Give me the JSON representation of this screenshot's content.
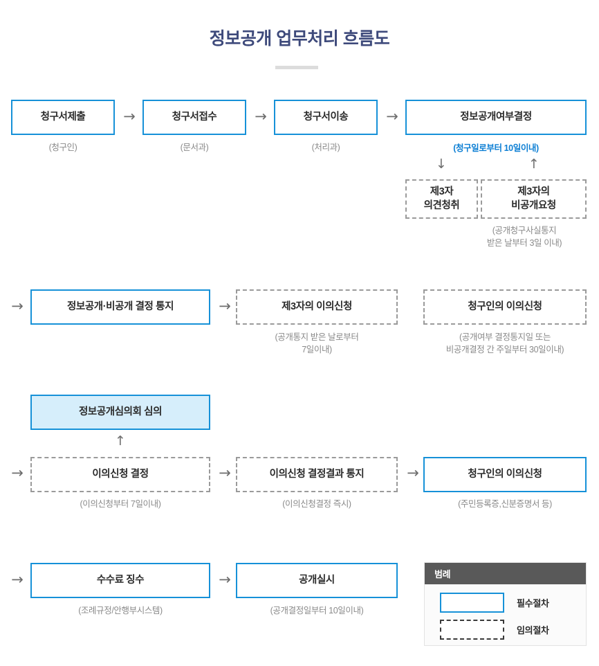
{
  "title": "정보공개 업무처리 흐름도",
  "legend": {
    "header": "범례",
    "items": [
      {
        "style": "solid",
        "label": "필수절차"
      },
      {
        "style": "dashed",
        "label": "임의절차"
      }
    ]
  },
  "arrows": {
    "right": "→",
    "down": "↓",
    "up": "↑"
  },
  "row1": {
    "n1": {
      "label": "청구서제출",
      "caption": "(청구인)"
    },
    "n2": {
      "label": "청구서접수",
      "caption": "(문서과)"
    },
    "n3": {
      "label": "청구서이송",
      "caption": "(처리과)"
    },
    "n4": {
      "label": "정보공개여부결정",
      "caption": "(청구일로부터 10일이내)"
    },
    "n5": {
      "label_line1": "제3자",
      "label_line2": "의견청취"
    },
    "n6": {
      "label_line1": "제3자의",
      "label_line2": "비공개요청",
      "caption_line1": "(공개청구사실통지",
      "caption_line2": "받은 날부터 3일 이내)"
    }
  },
  "row2": {
    "n1": {
      "label": "정보공개·비공개 결정 통지"
    },
    "n2": {
      "label": "제3자의 이의신청",
      "caption_line1": "(공개통지 받은 날로부터",
      "caption_line2": "7일이내)"
    },
    "n3": {
      "label": "청구인의 이의신청",
      "caption_line1": "(공개여부 결정통지일 또는",
      "caption_line2": "비공개결정 간 주일부터 30일이내)"
    }
  },
  "row3": {
    "n1": {
      "label": "정보공개심의회 심의"
    }
  },
  "row4": {
    "n1": {
      "label": "이의신청 결정",
      "caption": "(이의신청부터 7일이내)"
    },
    "n2": {
      "label": "이의신청 결정결과 통지",
      "caption": "(이의신청결정 즉시)"
    },
    "n3": {
      "label": "청구인의 이의신청",
      "caption": "(주민등록증,신분증명서 등)"
    }
  },
  "row5": {
    "n1": {
      "label": "수수료 징수",
      "caption": "(조례규정/안행부시스템)"
    },
    "n2": {
      "label": "공개실시",
      "caption": "(공개결정일부터 10일이내)"
    }
  },
  "colors": {
    "accent_blue": "#1691d8",
    "title_navy": "#3e4a7b",
    "fill_light_blue": "#d6eefb",
    "dashed_gray": "#9a9a9a",
    "caption_gray": "#8a8a8a",
    "legend_header_gray": "#595959"
  }
}
